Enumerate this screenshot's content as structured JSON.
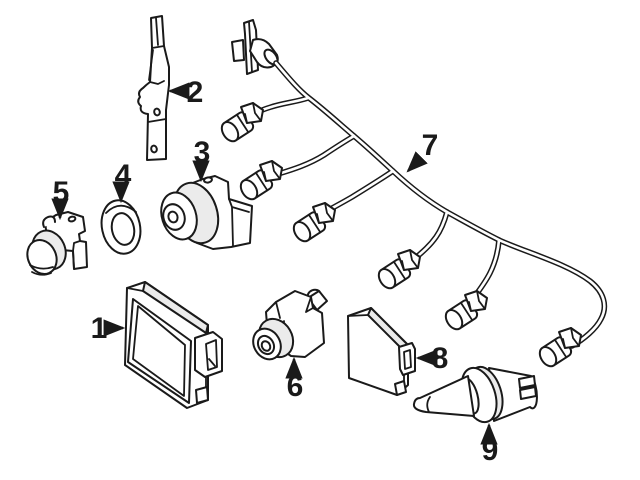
{
  "page": {
    "background": "#ffffff",
    "line_color": "#1a1a1a"
  },
  "diagram": {
    "type": "exploded-parts-line-diagram",
    "callouts": [
      {
        "number": "1",
        "part": "control-module"
      },
      {
        "number": "2",
        "part": "mounting-bracket"
      },
      {
        "number": "3",
        "part": "parking-sensor-large"
      },
      {
        "number": "4",
        "part": "sensor-seal-ring"
      },
      {
        "number": "5",
        "part": "parking-sensor-small"
      },
      {
        "number": "6",
        "part": "camera-sensor"
      },
      {
        "number": "7",
        "part": "wiring-harness"
      },
      {
        "number": "8",
        "part": "control-unit-small"
      },
      {
        "number": "9",
        "part": "ambient-temperature-sensor"
      }
    ]
  }
}
